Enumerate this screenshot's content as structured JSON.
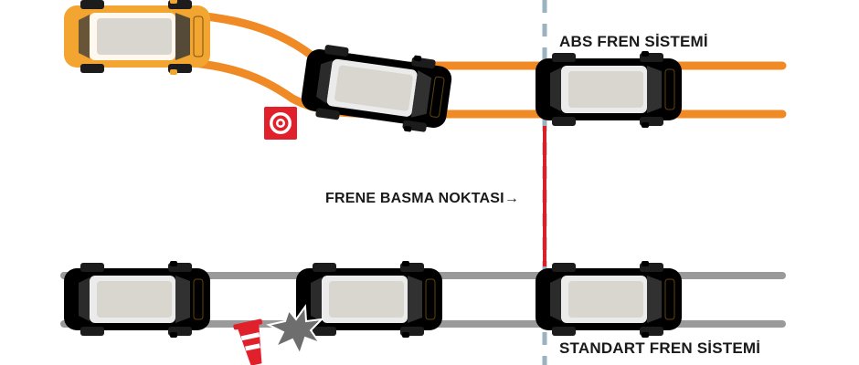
{
  "labels": {
    "abs_system": "ABS FREN SİSTEMİ",
    "brake_point": "FRENE BASMA NOKTASI",
    "brake_arrow": "→",
    "standard_system": "STANDART FREN SİSTEMİ"
  },
  "colors": {
    "abs_track": "#f08a24",
    "abs_car_body": "#f2a531",
    "standard_track": "#9a9a9a",
    "standard_car_body": "#a3a3a3",
    "brake_line": "#d9202a",
    "divider_line": "#9bb3c0",
    "target_icon": "#e0202a",
    "cone": "#e0202a",
    "impact": "#6e6e6e"
  },
  "icons": [
    "target-icon",
    "traffic-cone-icon",
    "impact-burst-icon"
  ]
}
